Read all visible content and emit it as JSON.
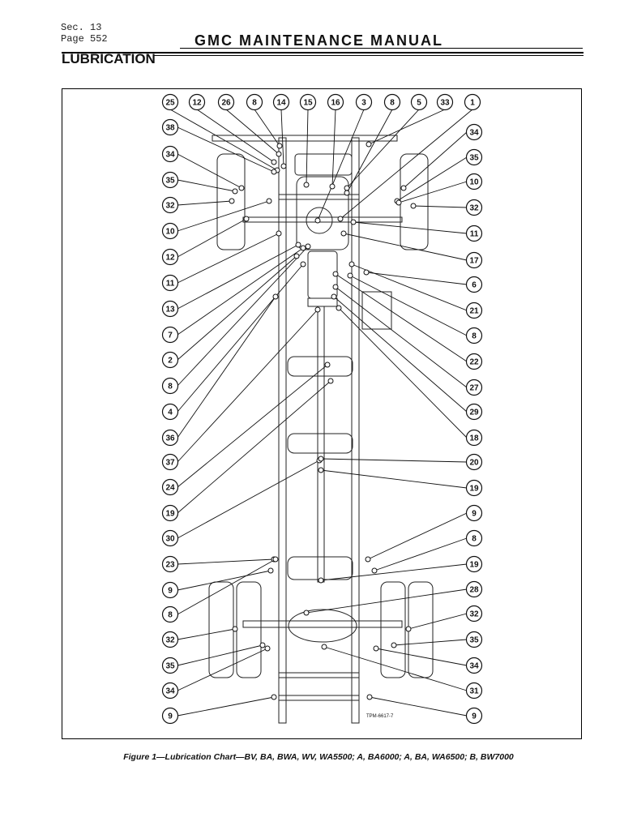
{
  "header": {
    "section": "Sec. 13",
    "page": "Page 552",
    "title": "GMC MAINTENANCE MANUAL",
    "subtitle": "LUBRICATION"
  },
  "figure": {
    "caption": "Figure 1—Lubrication Chart—BV, BA, BWA, WV, WA5500; A, BA6000; A, BA, WA6500; B, BW7000",
    "code": "TPM-6617-7",
    "top_callouts": [
      "25",
      "12",
      "26",
      "8",
      "14",
      "15",
      "16",
      "3",
      "8",
      "5",
      "33",
      "1"
    ],
    "left_callouts": [
      "38",
      "34",
      "35",
      "32",
      "10",
      "12",
      "11",
      "13",
      "7",
      "2",
      "8",
      "4",
      "36",
      "37",
      "24",
      "19",
      "30",
      "23",
      "9",
      "8",
      "32",
      "35",
      "34",
      "9"
    ],
    "right_callouts": [
      "34",
      "35",
      "10",
      "32",
      "11",
      "17",
      "6",
      "21",
      "8",
      "22",
      "27",
      "29",
      "18",
      "20",
      "19",
      "9",
      "8",
      "19",
      "28",
      "32",
      "35",
      "34",
      "31",
      "9"
    ]
  }
}
